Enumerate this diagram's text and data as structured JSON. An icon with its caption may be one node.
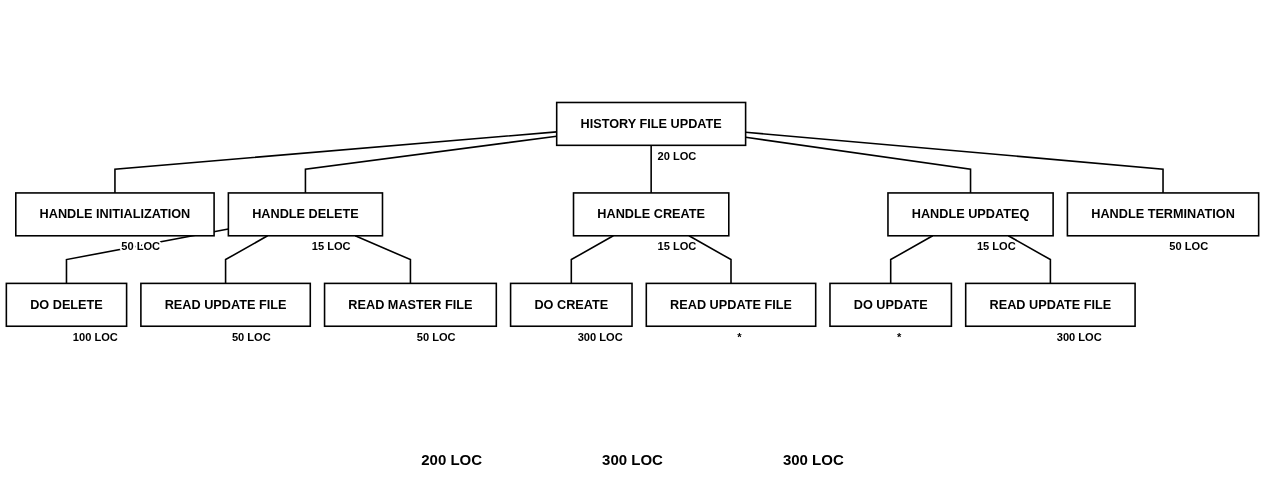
{
  "diagram": {
    "nodes": [
      {
        "text": [
          "HISTORY FILE UPDATE"
        ],
        "beside": [
          "20 LOC"
        ]
      },
      {
        "text": [
          "HANDLE INITIALIZATION"
        ],
        "beside": [
          "50 LOC"
        ]
      },
      {
        "text": [
          "HANDLE DELETE"
        ],
        "beside": [
          "15 LOC"
        ]
      },
      {
        "text": [
          "DO DELETE"
        ],
        "beside": [
          "100 LOC"
        ]
      },
      {
        "text": [
          "READ UPDATE FILE"
        ],
        "beside": [
          "50 LOC"
        ]
      },
      {
        "text": [
          "READ MASTER FILE"
        ],
        "beside": [
          "50 LOC"
        ]
      },
      {
        "text": [
          "HANDLE CREATE"
        ],
        "beside": [
          "15 LOC"
        ]
      },
      {
        "text": [
          "DO CREATE"
        ],
        "beside": [
          "300 LOC"
        ]
      },
      {
        "text": [
          "READ UPDATE FILE"
        ],
        "beside": [
          "*"
        ]
      },
      {
        "text": [
          "HANDLE UPDATEQ"
        ],
        "beside": [
          "15 LOC"
        ]
      },
      {
        "text": [
          "DO UPDATE"
        ],
        "beside": [
          "*"
        ]
      },
      {
        "text": [
          "READ UPDATE FILE"
        ],
        "beside": [
          "300 LOC"
        ]
      },
      {
        "text": [
          "HANDLE TERMINATION"
        ],
        "beside": [
          "50 LOC"
        ]
      }
    ],
    "edges": [
      {
        "from": 0,
        "to": 1,
        "arrow": "none"
      },
      {
        "from": 0,
        "to": 2,
        "arrow": "none"
      },
      {
        "from": 2,
        "to": 3,
        "arrow": "none"
      },
      {
        "from": 2,
        "to": 4,
        "arrow": "none"
      },
      {
        "from": 2,
        "to": 5,
        "arrow": "none"
      },
      {
        "from": 0,
        "to": 6,
        "arrow": "none"
      },
      {
        "from": 6,
        "to": 7,
        "arrow": "none"
      },
      {
        "from": 6,
        "to": 8,
        "arrow": "none"
      },
      {
        "from": 0,
        "to": 9,
        "arrow": "none"
      },
      {
        "from": 9,
        "to": 10,
        "arrow": "none"
      },
      {
        "from": 9,
        "to": 11,
        "arrow": "none"
      },
      {
        "from": 0,
        "to": 12,
        "arrow": "none"
      }
    ],
    "labels": [
      "200 LOC",
      "300 LOC",
      "300 LOC"
    ]
  }
}
